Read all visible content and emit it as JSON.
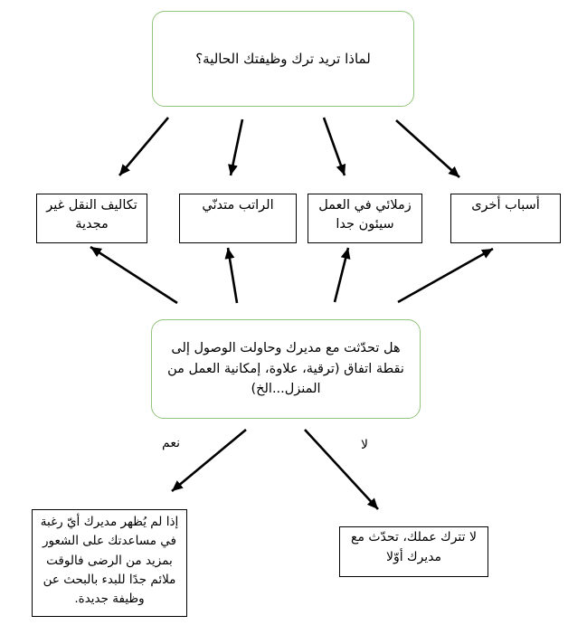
{
  "diagram": {
    "title": "flowchart-why-leave-job",
    "language": "ar",
    "colors": {
      "rounded_node_border": "#93c47d",
      "rect_node_border": "#000000",
      "arrow": "#000000",
      "background": "#ffffff",
      "text": "#000000"
    },
    "nodes": {
      "root_question": {
        "text": "لماذا تريد ترك وظيفتك الحالية؟"
      },
      "reason_transport": {
        "text": "تكاليف النقل غير مجدية"
      },
      "reason_salary": {
        "text": "الراتب متدنّي"
      },
      "reason_coworkers": {
        "text": "زملائي في العمل سيئون جدا"
      },
      "reason_other": {
        "text": "أسباب أخرى"
      },
      "manager_question": {
        "text": "هل تحدّثت مع مديرك وحاولت الوصول إلى نقطة اتفاق (ترقية، علاوة، إمكانية العمل من المنزل...الخ)"
      },
      "outcome_yes": {
        "text": "إذا لم يُظهر مديرك أيّ رغبة في مساعدتك على الشعور بمزيد من الرضى فالوقت ملائم جدًا للبدء بالبحث عن وظيفة جديدة."
      },
      "outcome_no": {
        "text": "لا تترك عملك، تحدّث مع مديرك أوّلا"
      }
    },
    "edge_labels": {
      "yes": "نعم",
      "no": "لا"
    }
  }
}
